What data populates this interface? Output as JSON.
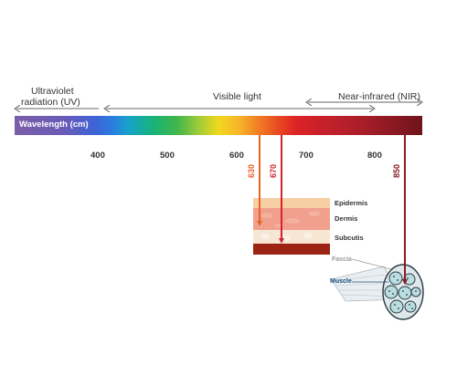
{
  "ranges": {
    "uv": {
      "line1": "Ultraviolet",
      "line2": "radiation (UV)"
    },
    "visible": "Visible light",
    "nir": "Near-infrared (NIR)"
  },
  "bar": {
    "label": "Wavelength (cm)"
  },
  "ticks": [
    "400",
    "500",
    "600",
    "700",
    "800"
  ],
  "markers": [
    {
      "value": "630",
      "color": "#e8622a"
    },
    {
      "value": "670",
      "color": "#d1232a"
    },
    {
      "value": "850",
      "color": "#8b1a24"
    }
  ],
  "skin_layers": [
    "Epidermis",
    "Dermis",
    "Subcutis"
  ],
  "muscle": {
    "fascia": "Fascia",
    "muscle": "Muscle"
  },
  "colors": {
    "muscle_label": "#1f4e79",
    "fascia_label": "#9a9a9a"
  }
}
